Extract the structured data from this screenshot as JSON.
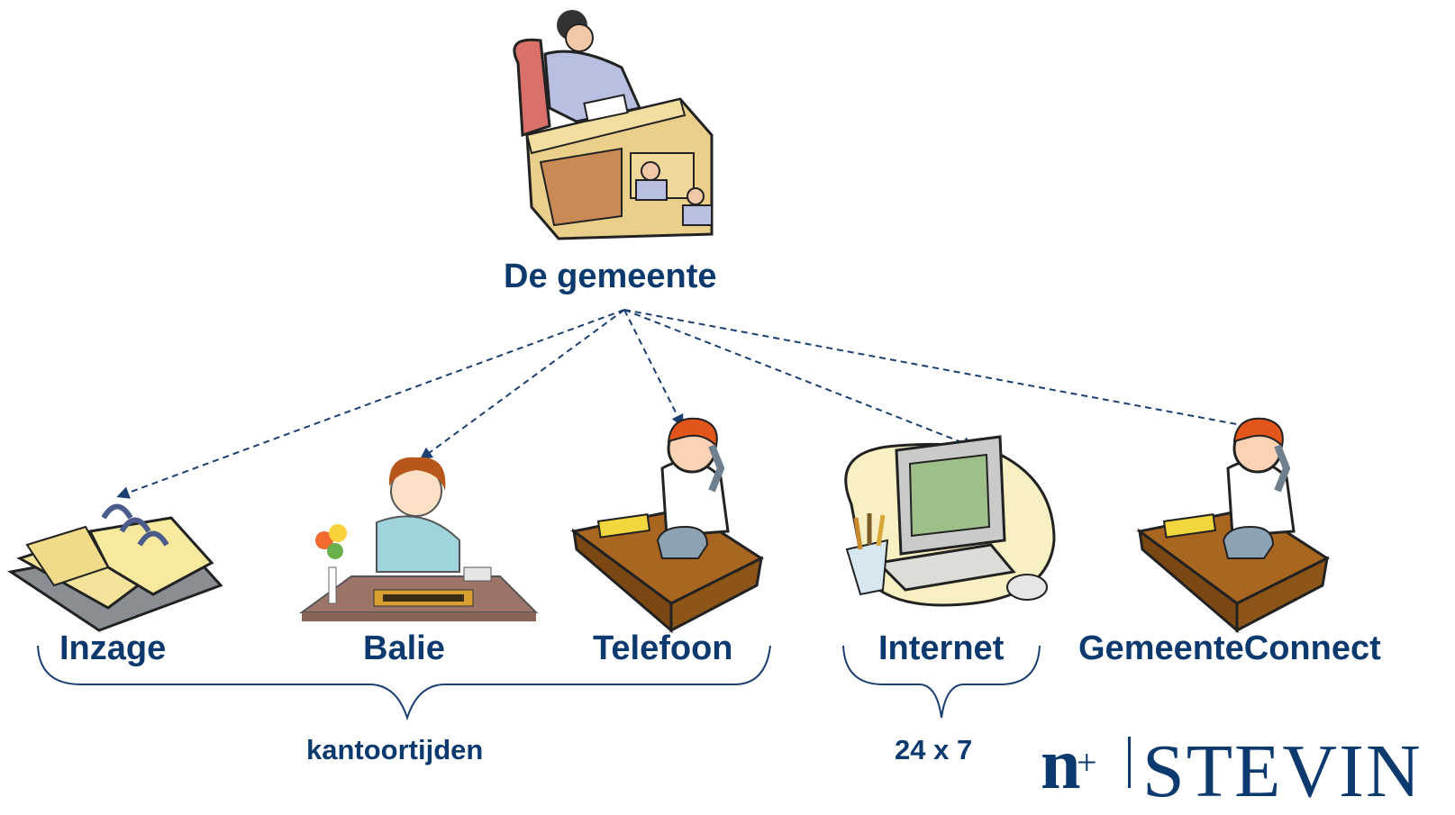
{
  "root": {
    "label": "De gemeente"
  },
  "channels": [
    {
      "label": "Inzage",
      "icon": "binder-icon"
    },
    {
      "label": "Balie",
      "icon": "receptionist-icon"
    },
    {
      "label": "Telefoon",
      "icon": "phone-desk-icon"
    },
    {
      "label": "Internet",
      "icon": "computer-icon"
    },
    {
      "label": "GemeenteConnect",
      "icon": "phone-desk-icon"
    }
  ],
  "groups": [
    {
      "label": "kantoortijden"
    },
    {
      "label": "24 x 7"
    }
  ],
  "logo": {
    "text": "STEVIN"
  },
  "colors": {
    "text": "#0d3a6e",
    "connector": "#1a3f70"
  }
}
